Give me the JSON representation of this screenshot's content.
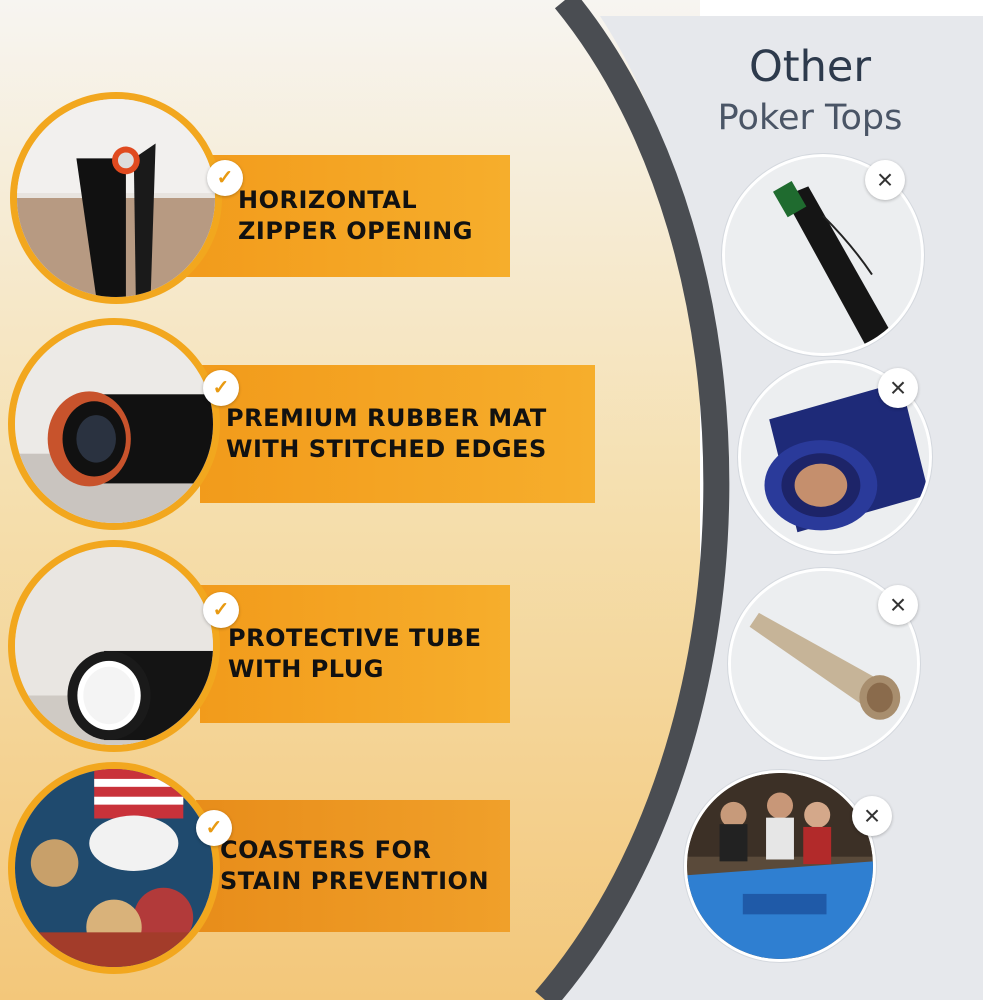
{
  "right_panel": {
    "title_line1": "Other",
    "title_line2": "Poker Tops"
  },
  "features": [
    {
      "line1": "HORIZONTAL",
      "line2": "ZIPPER OPENING",
      "check_icon": "✓"
    },
    {
      "line1": "PREMIUM RUBBER MAT",
      "line2": "WITH STITCHED EDGES",
      "check_icon": "✓"
    },
    {
      "line1": "PROTECTIVE TUBE",
      "line2": "WITH PLUG",
      "check_icon": "✓"
    },
    {
      "line1": "COASTERS FOR",
      "line2": "STAIN PREVENTION",
      "check_icon": "✓"
    }
  ],
  "others": [
    {
      "icon": "×"
    },
    {
      "icon": "×"
    },
    {
      "icon": "×"
    },
    {
      "icon": "×"
    }
  ],
  "colors": {
    "accent": "#f2a71e",
    "banner": "#f5a623",
    "divider": "#4a4d52",
    "panel": "#e6e8ec"
  }
}
